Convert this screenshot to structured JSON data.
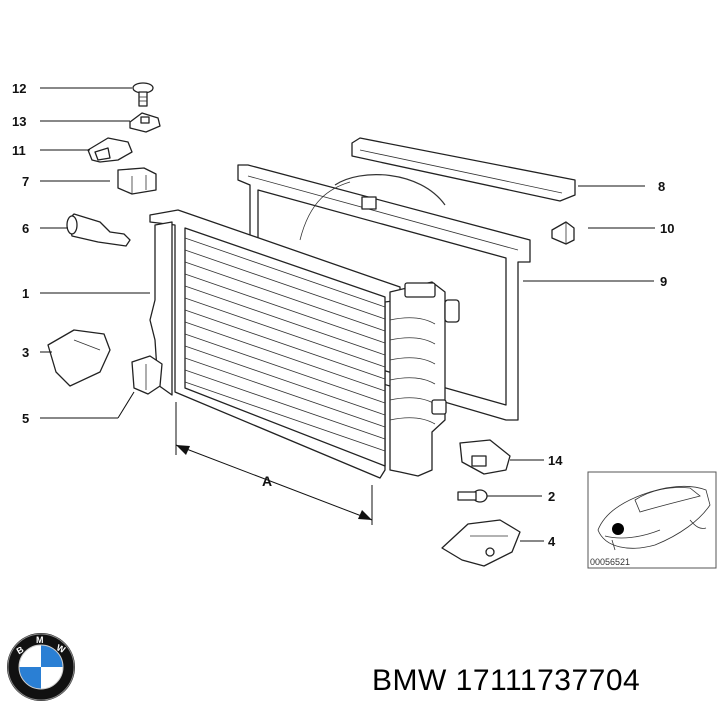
{
  "callouts": {
    "c12": "12",
    "c13": "13",
    "c11": "11",
    "c7": "7",
    "c6": "6",
    "c1": "1",
    "c3": "3",
    "c5": "5",
    "c8": "8",
    "c10": "10",
    "c9": "9",
    "c14": "14",
    "c2": "2",
    "c4": "4"
  },
  "dimension_label": "A",
  "inset": {
    "reference_number": "00056521"
  },
  "caption": "BMW 17111737704",
  "logo": {
    "name": "bmw-roundel-logo",
    "text": "BMW",
    "colors": {
      "ring": "#111111",
      "blue": "#2a7fd4",
      "white": "#ffffff"
    }
  }
}
